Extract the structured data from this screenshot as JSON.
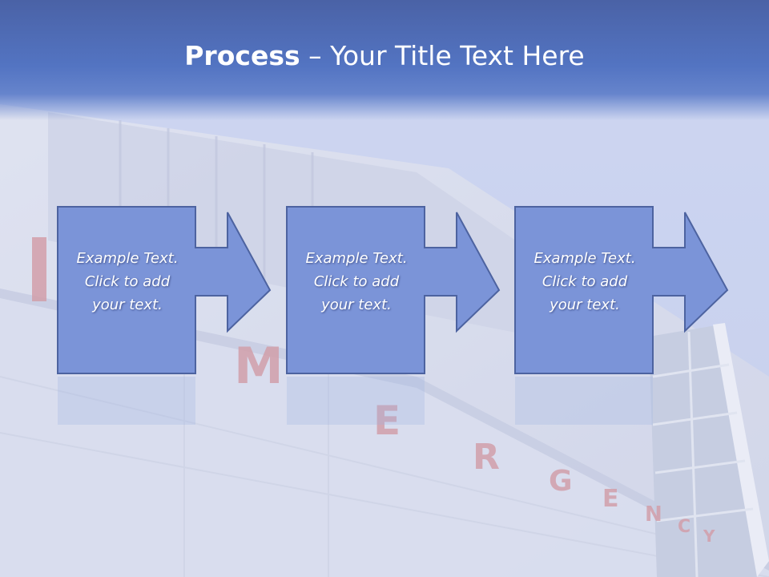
{
  "slide": {
    "title_bold": "Process",
    "title_rest": " – Your Title Text Here"
  },
  "steps": [
    {
      "text": "Example Text.\nClick  to add\nyour text."
    },
    {
      "text": "Example Text.\nClick  to add\nyour text."
    },
    {
      "text": "Example Text.\nClick  to add\nyour text."
    }
  ],
  "background": {
    "sign_letters": [
      "M",
      "E",
      "R",
      "G",
      "E",
      "N",
      "C",
      "Y"
    ],
    "sign_color": "#b84a55"
  },
  "colors": {
    "title_band": "#5374c2",
    "box_fill": "#7b94d8",
    "box_stroke": "#4d63a0",
    "text": "#ffffff"
  }
}
